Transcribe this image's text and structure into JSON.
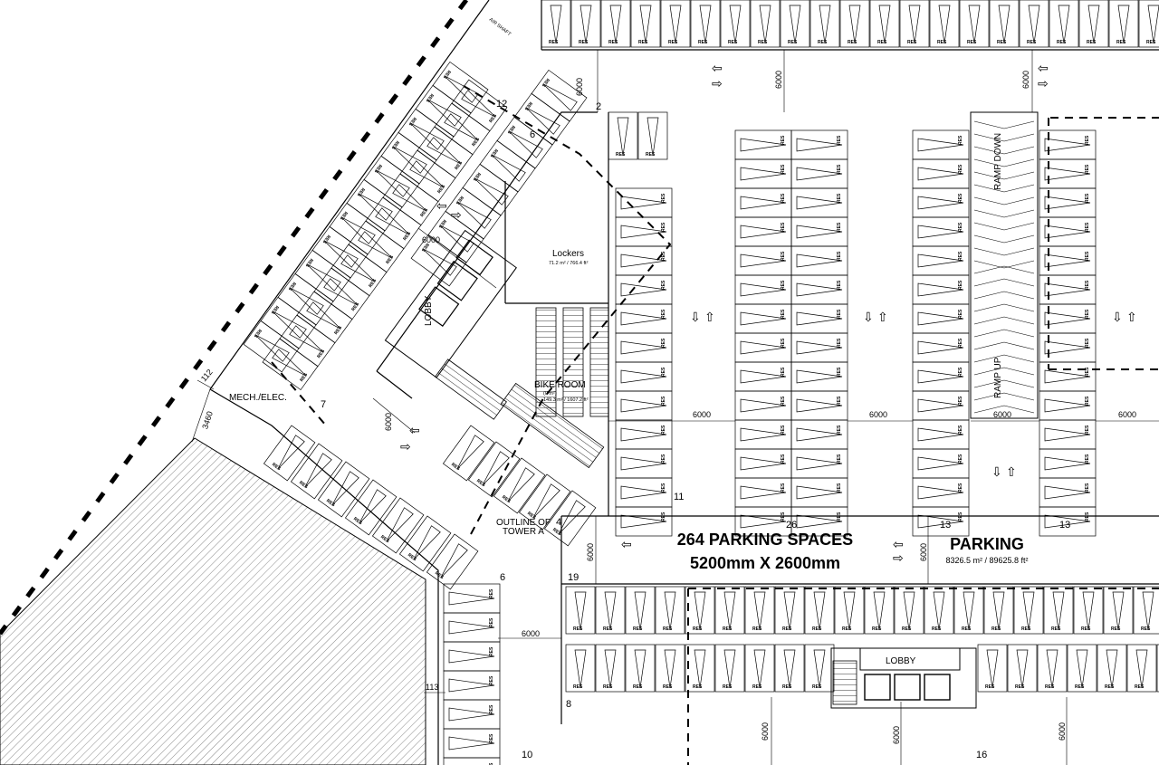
{
  "stall_label": "RES",
  "dimension_6000": "6000",
  "dimension_3460": "3460",
  "dimension_112": "112",
  "dimension_113": "113",
  "rooms": {
    "air_shaft": "AIR SHAFT",
    "lockers": "Lockers",
    "lockers_area": "71.2 m² / 766.4 ft²",
    "lobby_upper": "LOBBY",
    "bike_room": "BIKE ROOM",
    "bike_room_sub": "(0 m²)",
    "bike_room_area": "149.3 m² / 1607.2 ft²",
    "mech_elec": "MECH./ELEC.",
    "ramp_down": "RAMP DOWN",
    "ramp_up": "RAMP UP",
    "lobby_lower": "LOBBY",
    "outline_tower_line1": "OUTLINE OF",
    "outline_tower_line2": "TOWER A"
  },
  "summary": {
    "spaces": "264 PARKING SPACES",
    "size": "5200mm X 2600mm",
    "parking": "PARKING",
    "parking_area": "8326.5 m² / 89625.8 ft²"
  },
  "counts": {
    "c12": "12",
    "c6a": "6",
    "c2": "2",
    "c7": "7",
    "c11": "11",
    "c4": "4",
    "c26": "26",
    "c13a": "13",
    "c13b": "13",
    "c19": "19",
    "c6b": "6",
    "c8": "8",
    "c10": "10",
    "c16": "16"
  },
  "arrows": {
    "left": "⇦",
    "right": "⇨",
    "up": "⇧",
    "down": "⇩"
  }
}
